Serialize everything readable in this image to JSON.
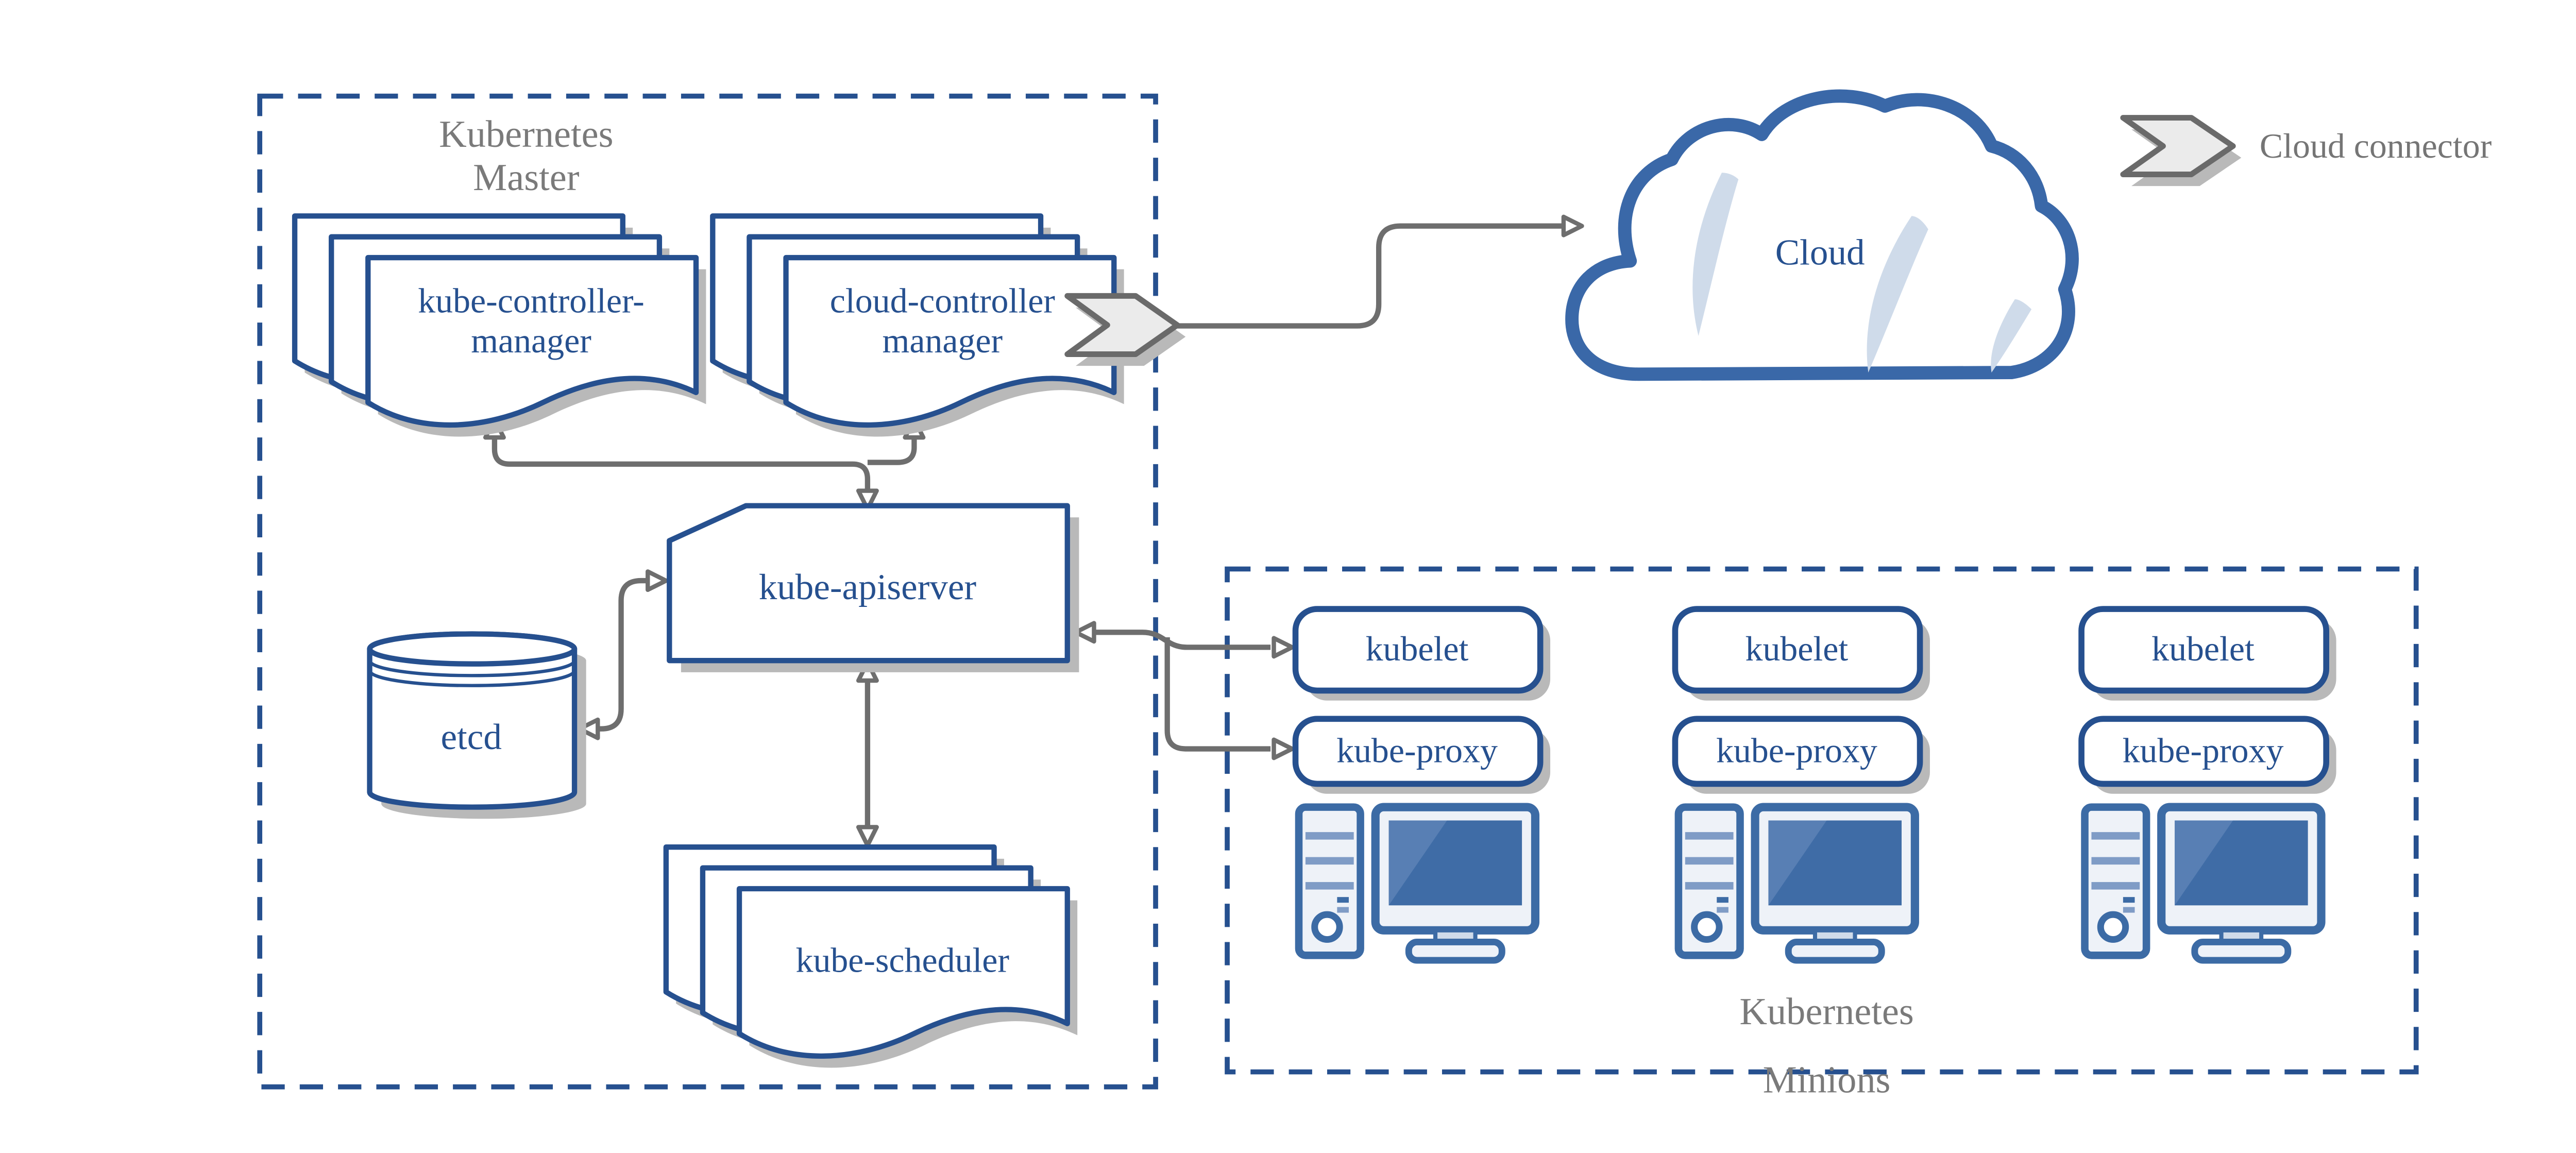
{
  "master": {
    "label_line1": "Kubernetes",
    "label_line2": "Master",
    "components": {
      "kube_controller_manager": {
        "line1": "kube-controller-",
        "line2": "manager"
      },
      "cloud_controller_manager": {
        "line1": "cloud-controller",
        "line2": "manager"
      },
      "kube_apiserver": {
        "label": "kube-apiserver"
      },
      "etcd": {
        "label": "etcd"
      },
      "kube_scheduler": {
        "label": "kube-scheduler"
      }
    }
  },
  "cloud": {
    "label": "Cloud"
  },
  "legend": {
    "label": "Cloud connector"
  },
  "minions": {
    "label_line1": "Kubernetes",
    "label_line2": "Minions",
    "nodes": [
      {
        "kubelet": "kubelet",
        "kube_proxy": "kube-proxy"
      },
      {
        "kubelet": "kubelet",
        "kube_proxy": "kube-proxy"
      },
      {
        "kubelet": "kubelet",
        "kube_proxy": "kube-proxy"
      }
    ]
  },
  "colors": {
    "primary_blue": "#26508f",
    "icon_blue": "#3c6ba5",
    "cloud_outline_blue": "#3a68a8",
    "cloud_accent_light_blue": "#cfdbea",
    "arrow_gray": "#6e6e6e",
    "label_gray": "#7a7a7a",
    "connector_fill": "#ebebeb",
    "shadow_gray": "#b9b9b9",
    "background": "#ffffff"
  }
}
